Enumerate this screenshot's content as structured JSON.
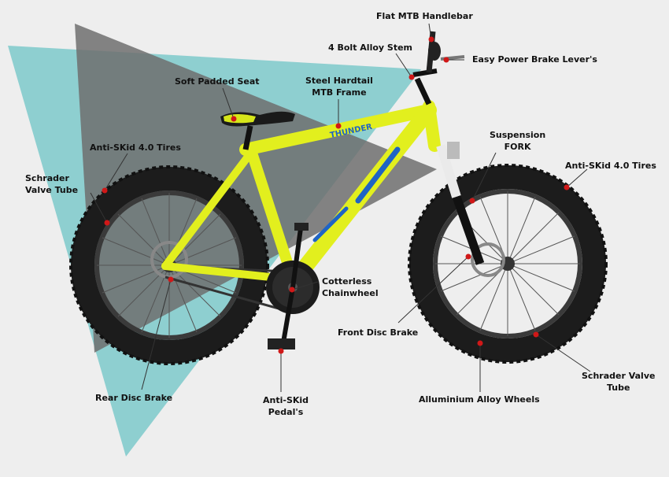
{
  "diagram": {
    "labels": {
      "flat_mtb_handlebar": "Flat MTB Handlebar",
      "four_bolt_alloy_stem": "4 Bolt Alloy Stem",
      "easy_power_brake_levers": "Easy Power Brake Lever's",
      "soft_padded_seat": "Soft Padded Seat",
      "steel_hardtail_frame_line1": "Steel Hardtail",
      "steel_hardtail_frame_line2": "MTB Frame",
      "anti_skid_tires_rear": "Anti-SKid 4.0 Tires",
      "suspension_fork_line1": "Suspension",
      "suspension_fork_line2": "FORK",
      "anti_skid_tires_front": "Anti-SKid 4.0 Tires",
      "schrader_valve_rear_line1": "Schrader",
      "schrader_valve_rear_line2": "Valve Tube",
      "cotterless_chainwheel_line1": "Cotterless",
      "cotterless_chainwheel_line2": "Chainwheel",
      "front_disc_brake": "Front Disc Brake",
      "schrader_valve_front_line1": "Schrader Valve",
      "schrader_valve_front_line2": "Tube",
      "rear_disc_brake": "Rear Disc Brake",
      "anti_skid_pedals_line1": "Anti-SKid",
      "anti_skid_pedals_line2": "Pedal's",
      "alluminium_alloy_wheels": "Alluminium Alloy Wheels"
    },
    "frame_decal_text": "THUNDER",
    "colors": {
      "background": "#eeeeee",
      "teal_triangle": "#8ecfd0",
      "gray_triangle": "#6f6f6f",
      "frame_yellow": "#e2ef1e",
      "frame_blue": "#1f64c4",
      "tire": "#1c1c1c",
      "marker_dot": "#d01818",
      "leader_line": "#333333"
    }
  }
}
